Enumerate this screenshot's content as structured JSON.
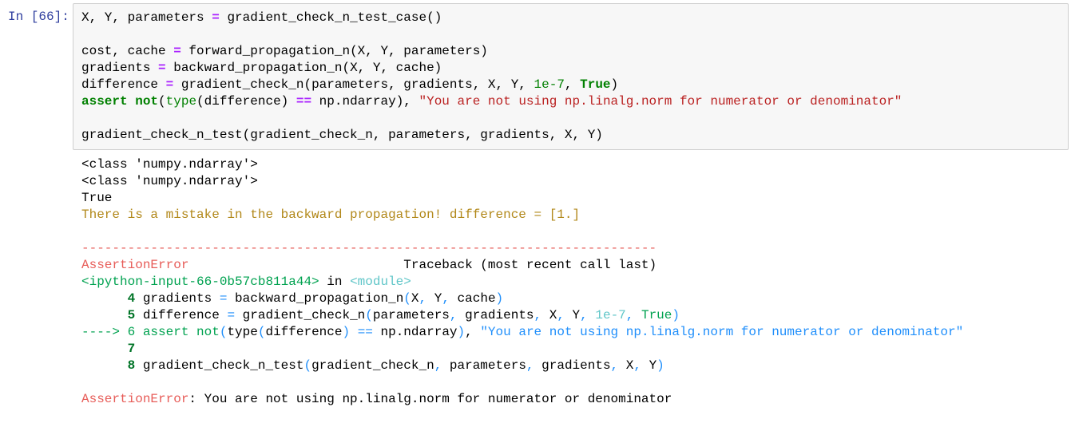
{
  "cell": {
    "prompt": "In [66]:",
    "input_lines": [
      [
        {
          "t": "X, Y, parameters ",
          "c": ""
        },
        {
          "t": "=",
          "c": "op"
        },
        {
          "t": " gradient_check_n_test_case()",
          "c": ""
        }
      ],
      [],
      [
        {
          "t": "cost, cache ",
          "c": ""
        },
        {
          "t": "=",
          "c": "op"
        },
        {
          "t": " forward_propagation_n(X, Y, parameters)",
          "c": ""
        }
      ],
      [
        {
          "t": "gradients ",
          "c": ""
        },
        {
          "t": "=",
          "c": "op"
        },
        {
          "t": " backward_propagation_n(X, Y, cache)",
          "c": ""
        }
      ],
      [
        {
          "t": "difference ",
          "c": ""
        },
        {
          "t": "=",
          "c": "op"
        },
        {
          "t": " gradient_check_n(parameters, gradients, X, Y, ",
          "c": ""
        },
        {
          "t": "1e-7",
          "c": "num"
        },
        {
          "t": ", ",
          "c": ""
        },
        {
          "t": "True",
          "c": "kw"
        },
        {
          "t": ")",
          "c": ""
        }
      ],
      [
        {
          "t": "assert",
          "c": "kw"
        },
        {
          "t": " ",
          "c": ""
        },
        {
          "t": "not",
          "c": "kw"
        },
        {
          "t": "(",
          "c": ""
        },
        {
          "t": "type",
          "c": "bi"
        },
        {
          "t": "(difference) ",
          "c": ""
        },
        {
          "t": "==",
          "c": "op"
        },
        {
          "t": " np.ndarray), ",
          "c": ""
        },
        {
          "t": "\"You are not using np.linalg.norm for numerator or denominator\"",
          "c": "str"
        }
      ],
      [],
      [
        {
          "t": "gradient_check_n_test(gradient_check_n, parameters, gradients, X, Y)",
          "c": ""
        }
      ]
    ],
    "output_lines": [
      [
        {
          "t": "<class 'numpy.ndarray'>",
          "c": ""
        }
      ],
      [
        {
          "t": "<class 'numpy.ndarray'>",
          "c": ""
        }
      ],
      [
        {
          "t": "True",
          "c": ""
        }
      ],
      [
        {
          "t": "There is a mistake in the backward propagation! difference = [1.]",
          "c": "warn"
        }
      ],
      [],
      [
        {
          "t": "---------------------------------------------------------------------------",
          "c": "red"
        }
      ],
      [
        {
          "t": "AssertionError",
          "c": "red"
        },
        {
          "t": "                            Traceback (most recent call last)",
          "c": ""
        }
      ],
      [
        {
          "t": "<ipython-input-66-0b57cb811a44>",
          "c": "grn"
        },
        {
          "t": " in ",
          "c": ""
        },
        {
          "t": "<module>",
          "c": "cyn"
        }
      ],
      [
        {
          "t": "      4",
          "c": "lno"
        },
        {
          "t": " gradients ",
          "c": ""
        },
        {
          "t": "=",
          "c": "blu"
        },
        {
          "t": " backward_propagation_n",
          "c": ""
        },
        {
          "t": "(",
          "c": "blu"
        },
        {
          "t": "X",
          "c": ""
        },
        {
          "t": ",",
          "c": "blu"
        },
        {
          "t": " Y",
          "c": ""
        },
        {
          "t": ",",
          "c": "blu"
        },
        {
          "t": " cache",
          "c": ""
        },
        {
          "t": ")",
          "c": "blu"
        }
      ],
      [
        {
          "t": "      5",
          "c": "lno"
        },
        {
          "t": " difference ",
          "c": ""
        },
        {
          "t": "=",
          "c": "blu"
        },
        {
          "t": " gradient_check_n",
          "c": ""
        },
        {
          "t": "(",
          "c": "blu"
        },
        {
          "t": "parameters",
          "c": ""
        },
        {
          "t": ",",
          "c": "blu"
        },
        {
          "t": " gradients",
          "c": ""
        },
        {
          "t": ",",
          "c": "blu"
        },
        {
          "t": " X",
          "c": ""
        },
        {
          "t": ",",
          "c": "blu"
        },
        {
          "t": " Y",
          "c": ""
        },
        {
          "t": ", ",
          "c": "blu"
        },
        {
          "t": "1e-7",
          "c": "cyn"
        },
        {
          "t": ", ",
          "c": "blu"
        },
        {
          "t": "True",
          "c": "grn"
        },
        {
          "t": ")",
          "c": "blu"
        }
      ],
      [
        {
          "t": "----> 6",
          "c": "grn"
        },
        {
          "t": " assert",
          "c": "grn"
        },
        {
          "t": " not",
          "c": "grn"
        },
        {
          "t": "(",
          "c": "blu"
        },
        {
          "t": "type",
          "c": ""
        },
        {
          "t": "(",
          "c": "blu"
        },
        {
          "t": "difference",
          "c": ""
        },
        {
          "t": ")",
          "c": "blu"
        },
        {
          "t": " == ",
          "c": "blu"
        },
        {
          "t": "np.ndarray",
          "c": ""
        },
        {
          "t": ")",
          "c": "blu"
        },
        {
          "t": ", ",
          "c": ""
        },
        {
          "t": "\"You are not using np.linalg.norm for numerator or denominator\"",
          "c": "blu"
        }
      ],
      [
        {
          "t": "      7",
          "c": "lno"
        }
      ],
      [
        {
          "t": "      8",
          "c": "lno"
        },
        {
          "t": " gradient_check_n_test",
          "c": ""
        },
        {
          "t": "(",
          "c": "blu"
        },
        {
          "t": "gradient_check_n",
          "c": ""
        },
        {
          "t": ",",
          "c": "blu"
        },
        {
          "t": " parameters",
          "c": ""
        },
        {
          "t": ",",
          "c": "blu"
        },
        {
          "t": " gradients",
          "c": ""
        },
        {
          "t": ",",
          "c": "blu"
        },
        {
          "t": " X",
          "c": ""
        },
        {
          "t": ",",
          "c": "blu"
        },
        {
          "t": " Y",
          "c": ""
        },
        {
          "t": ")",
          "c": "blu"
        }
      ],
      [],
      [
        {
          "t": "AssertionError",
          "c": "red"
        },
        {
          "t": ": You are not using np.linalg.norm for numerator or denominator",
          "c": ""
        }
      ]
    ]
  }
}
